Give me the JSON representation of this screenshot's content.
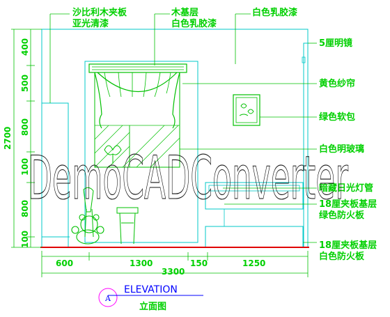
{
  "labels": {
    "top_left_1": "沙比利木夹板",
    "top_left_2": "亚光清漆",
    "top_mid_1": "木基层",
    "top_mid_2": "白色乳胶漆",
    "top_right": "白色乳胶漆",
    "right_1": "5厘明镜",
    "right_2": "黄色纱帘",
    "right_3": "绿色软包",
    "right_4": "白色明玻璃",
    "right_5": "暗藏日光灯管",
    "right_6a": "18厘夹板基层",
    "right_6b": "绿色防火板",
    "right_7a": "18厘夹板基层",
    "right_7b": "白色防火板"
  },
  "dims_vertical": {
    "total": "2700",
    "d1": "400",
    "d2": "500",
    "d3": "800",
    "d4": "100",
    "d5": "800",
    "d6": "100"
  },
  "dims_horizontal": {
    "d1": "600",
    "d2": "1300",
    "d3": "150",
    "d4": "1250",
    "total": "3300"
  },
  "title": {
    "marker": "A",
    "en": "ELEVATION",
    "cn": "立面图"
  },
  "watermark": "DemoCADConverter",
  "colors": {
    "text_green": "#00d000",
    "cyan": "#00c8c8",
    "floor_red": "#e00000",
    "title_blue": "#0000ff",
    "marker_magenta": "#ff00ff"
  }
}
